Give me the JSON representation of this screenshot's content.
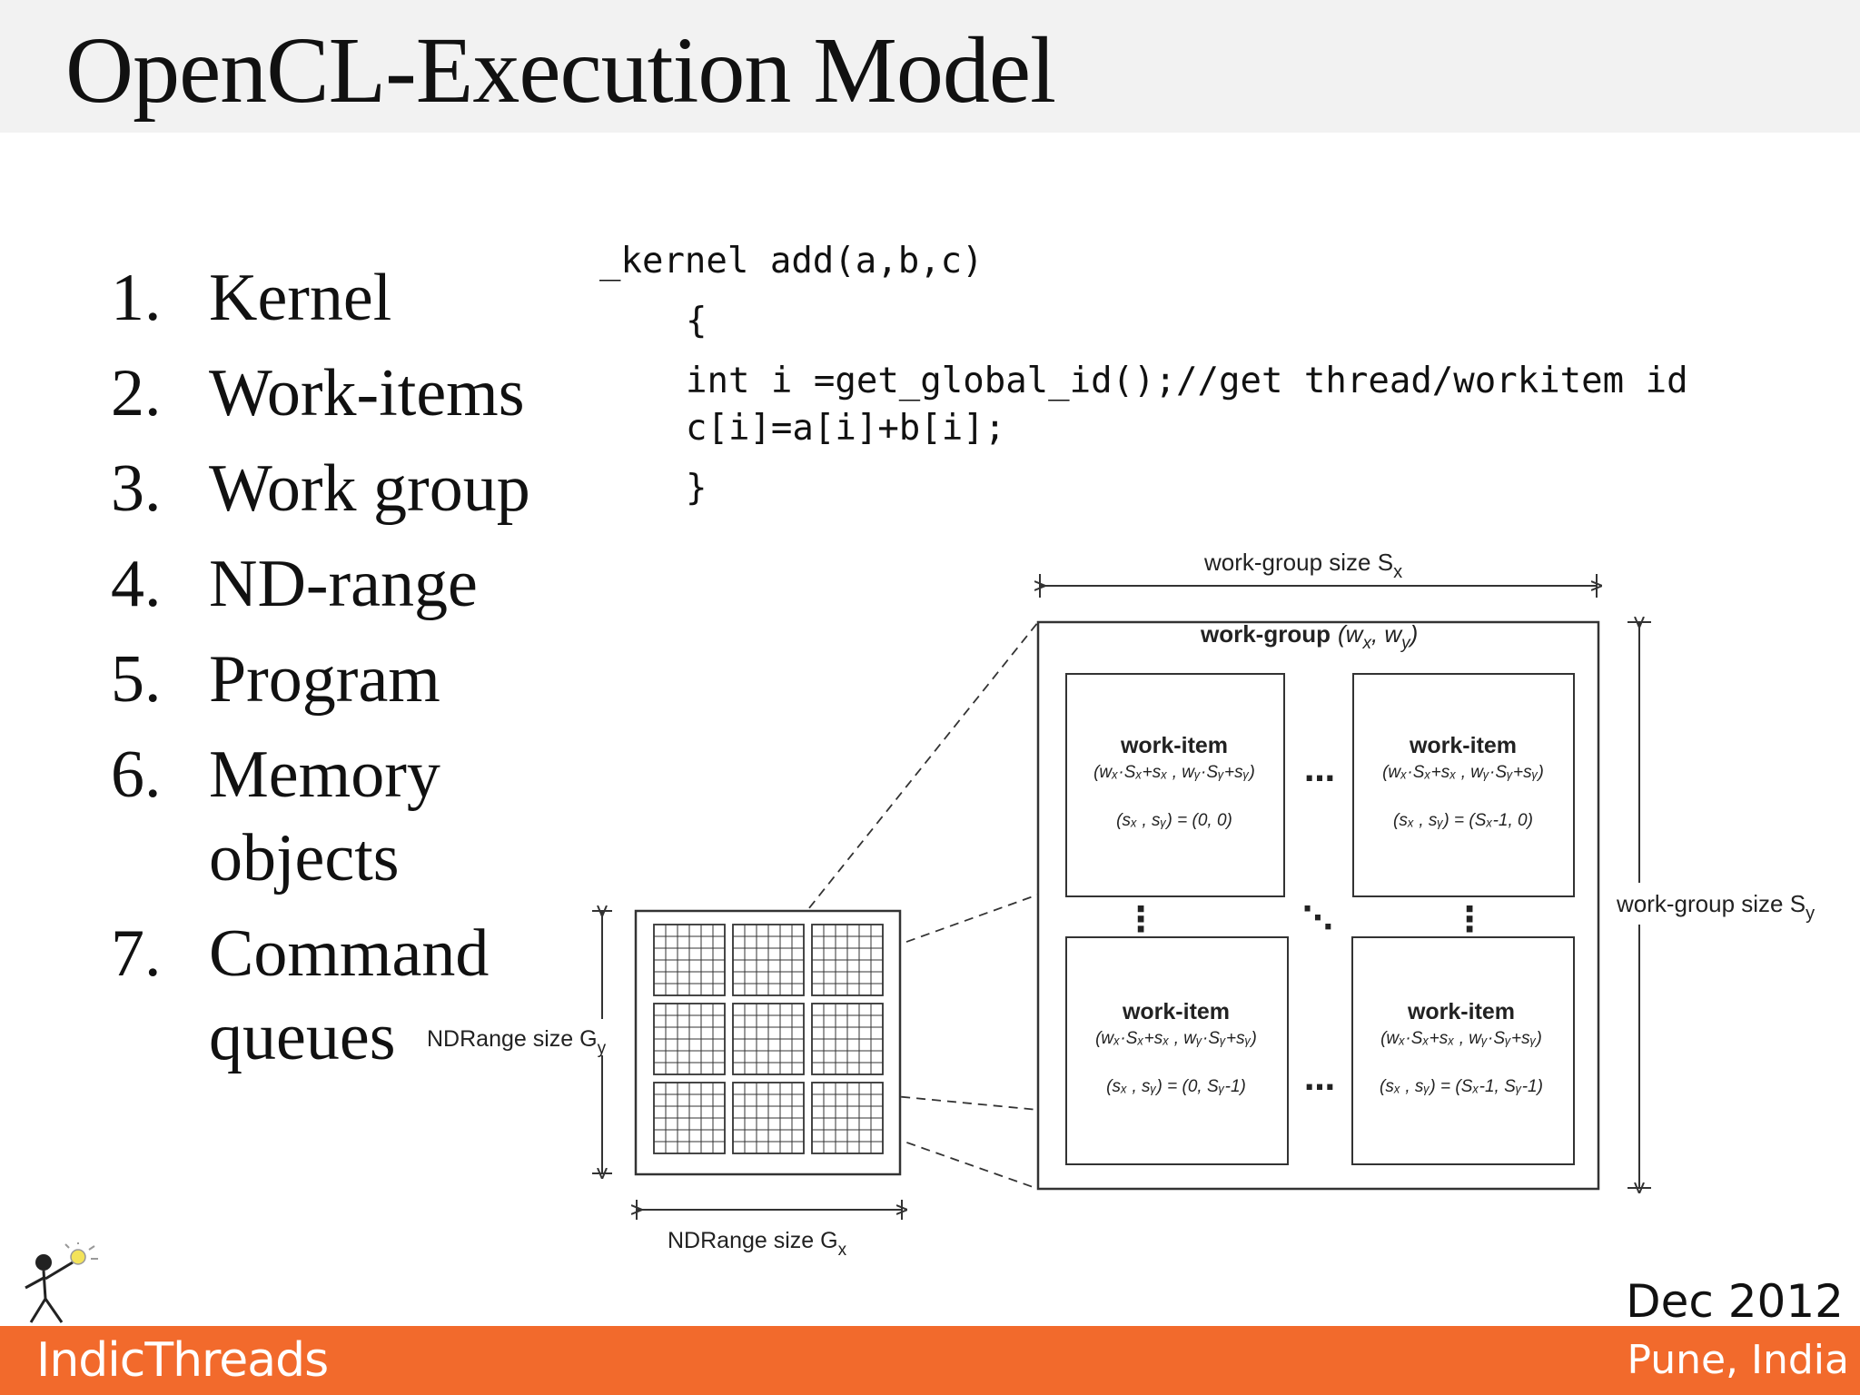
{
  "title": "OpenCL-Execution Model",
  "list": [
    {
      "num": "1.",
      "label": "Kernel"
    },
    {
      "num": "2.",
      "label": "Work-items"
    },
    {
      "num": "3.",
      "label": "Work group"
    },
    {
      "num": "4.",
      "label": "ND-range"
    },
    {
      "num": "5.",
      "label": "Program"
    },
    {
      "num": "6.",
      "label": "Memory objects"
    },
    {
      "num": "7.",
      "label": "Command queues"
    }
  ],
  "code": {
    "line1": "_kernel add(a,b,c)",
    "line2": "{",
    "line3": "int i =get_global_id();//get thread/workitem id",
    "line4": "c[i]=a[i]+b[i];",
    "line5": "}"
  },
  "diagram": {
    "wg_size_x": "work-group size S",
    "wg_size_x_sub": "x",
    "wg_size_y": "work-group size S",
    "wg_size_y_sub": "y",
    "workgroup_label": "work-group",
    "workgroup_coords": "(w",
    "workgroup_coords_x": "x",
    "workgroup_coords_mid": ", w",
    "workgroup_coords_y": "y",
    "workgroup_coords_end": ")",
    "workitem_label": "work-item",
    "item_tl_formula": "(wₓ·Sₓ+sₓ , wᵧ·Sᵧ+sᵧ)",
    "item_tl_local": "(sₓ , sᵧ) = (0, 0)",
    "item_tr_formula": "(wₓ·Sₓ+sₓ , wᵧ·Sᵧ+sᵧ)",
    "item_tr_local": "(sₓ , sᵧ) = (Sₓ-1, 0)",
    "item_bl_formula": "(wₓ·Sₓ+sₓ , wᵧ·Sᵧ+sᵧ)",
    "item_bl_local": "(sₓ , sᵧ) = (0, Sᵧ-1)",
    "item_br_formula": "(wₓ·Sₓ+sₓ , wᵧ·Sᵧ+sᵧ)",
    "item_br_local": "(sₓ , sᵧ) = (Sₓ-1, Sᵧ-1)",
    "ellipsis_h": "…",
    "ellipsis_v": "⋮",
    "ellipsis_d": "⋱",
    "ndrange_y": "NDRange size G",
    "ndrange_y_sub": "y",
    "ndrange_x": "NDRange size G",
    "ndrange_x_sub": "x"
  },
  "footer": {
    "brand": "IndicThreads",
    "date": "Dec 2012",
    "location": "Pune, India"
  },
  "colors": {
    "footer": "#f26a2c",
    "title_bar": "#f2f2f2"
  }
}
